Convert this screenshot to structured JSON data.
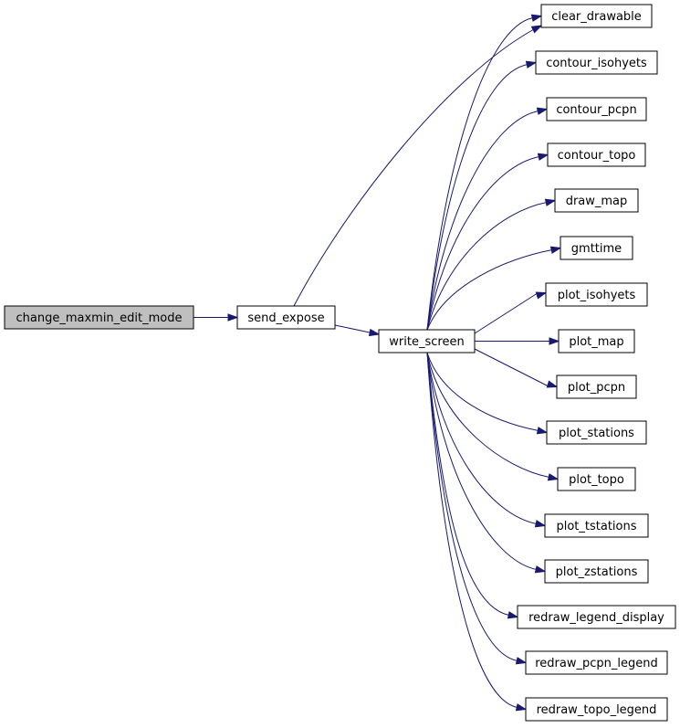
{
  "colors": {
    "edge": "#191970",
    "root_fill": "#bfbfbf",
    "node_fill": "#ffffff",
    "border": "#000000"
  },
  "nodes": {
    "change_maxmin_edit_mode": "change_maxmin_edit_mode",
    "send_expose": "send_expose",
    "write_screen": "write_screen",
    "clear_drawable": "clear_drawable",
    "contour_isohyets": "contour_isohyets",
    "contour_pcpn": "contour_pcpn",
    "contour_topo": "contour_topo",
    "draw_map": "draw_map",
    "gmttime": "gmttime",
    "plot_isohyets": "plot_isohyets",
    "plot_map": "plot_map",
    "plot_pcpn": "plot_pcpn",
    "plot_stations": "plot_stations",
    "plot_topo": "plot_topo",
    "plot_tstations": "plot_tstations",
    "plot_zstations": "plot_zstations",
    "redraw_legend_display": "redraw_legend_display",
    "redraw_pcpn_legend": "redraw_pcpn_legend",
    "redraw_topo_legend": "redraw_topo_legend"
  },
  "edges": [
    [
      "change_maxmin_edit_mode",
      "send_expose"
    ],
    [
      "send_expose",
      "write_screen"
    ],
    [
      "send_expose",
      "clear_drawable"
    ],
    [
      "write_screen",
      "clear_drawable"
    ],
    [
      "write_screen",
      "contour_isohyets"
    ],
    [
      "write_screen",
      "contour_pcpn"
    ],
    [
      "write_screen",
      "contour_topo"
    ],
    [
      "write_screen",
      "draw_map"
    ],
    [
      "write_screen",
      "gmttime"
    ],
    [
      "write_screen",
      "plot_isohyets"
    ],
    [
      "write_screen",
      "plot_map"
    ],
    [
      "write_screen",
      "plot_pcpn"
    ],
    [
      "write_screen",
      "plot_stations"
    ],
    [
      "write_screen",
      "plot_topo"
    ],
    [
      "write_screen",
      "plot_tstations"
    ],
    [
      "write_screen",
      "plot_zstations"
    ],
    [
      "write_screen",
      "redraw_legend_display"
    ],
    [
      "write_screen",
      "redraw_pcpn_legend"
    ],
    [
      "write_screen",
      "redraw_topo_legend"
    ]
  ]
}
